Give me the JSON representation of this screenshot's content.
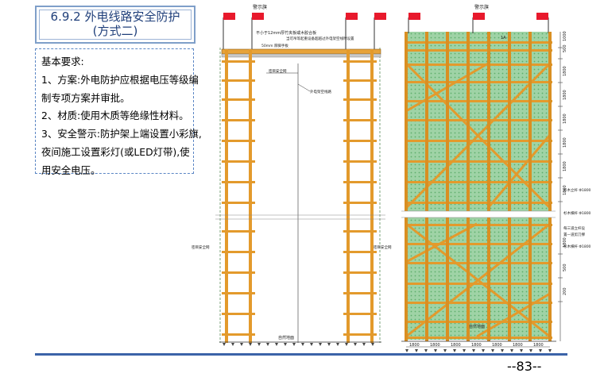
{
  "title": {
    "line1": "6.9.2  外电线路安全防护",
    "line2": "(方式二)"
  },
  "requirements": [
    "基本要求:",
    "1、方案:外电防护应根据电压等级编",
    "制专项方案并审批。",
    "2、材质:使用木质等绝缘性材料。",
    "3、安全警示:防护架上端设置小彩旗,",
    "夜间施工设置彩灯(或LED灯带),使",
    "用安全电压。"
  ],
  "left_drawing": {
    "flag_label": "警示旗",
    "notes": [
      "不小于12mm厚竹夹板或木胶合板",
      "当可吊等起重设备超越过外电架空线时设置",
      "50mm 厚脚手板",
      "密目安全网",
      "外电架空线路"
    ],
    "left_net": "密目安全网",
    "right_net": "密目安全网",
    "ground": "自然地面"
  },
  "right_drawing": {
    "flag_label": "警示旗",
    "section_mark": "1A",
    "right_dims": [
      "1000",
      "500",
      "1800",
      "1800",
      "1800",
      "1800",
      "1800",
      "1800",
      "1800",
      "500",
      "200"
    ],
    "right_notes": [
      "杉木立杆 Φ1800",
      "杉木横杆 Φ1800",
      "每三道立杆设",
      "置一道剪刀撑",
      "杉木横杆 Φ1800"
    ],
    "bottom_dims": [
      "1800",
      "1800",
      "1800",
      "1800",
      "1800",
      "1800",
      "1800"
    ],
    "ground": "自然地面"
  },
  "page_number": "--83--"
}
